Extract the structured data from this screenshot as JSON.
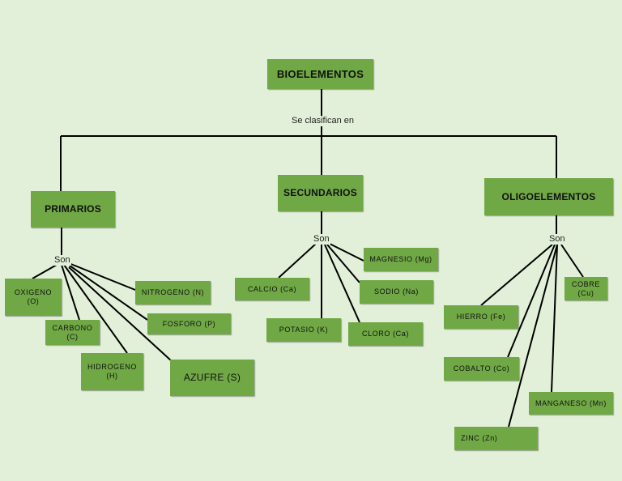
{
  "root": {
    "label": "BIOELEMENTOS"
  },
  "relation_label": "Se clasifican en",
  "son_label": "Son",
  "categories": {
    "primarios": {
      "label": "PRIMARIOS",
      "items": [
        "OXIGENO (O)",
        "CARBONO (C)",
        "HIDROGENO (H)",
        "NITROGENO (N)",
        "FOSFORO (P)",
        "AZUFRE (S)"
      ]
    },
    "secundarios": {
      "label": "SECUNDARIOS",
      "items": [
        "CALCIO (Ca)",
        "POTASIO (K)",
        "MAGNESIO (Mg)",
        "SODIO (Na)",
        "CLORO (Ca)"
      ]
    },
    "oligoelementos": {
      "label": "OLIGOELEMENTOS",
      "items": [
        "COBRE (Cu)",
        "HIERRO (Fe)",
        "COBALTO (Co)",
        "MANGANESO (Mn)",
        "ZINC (Zn)"
      ]
    }
  },
  "colors": {
    "background": "#e3f0d9",
    "box": "#70a845",
    "line": "#000000"
  }
}
